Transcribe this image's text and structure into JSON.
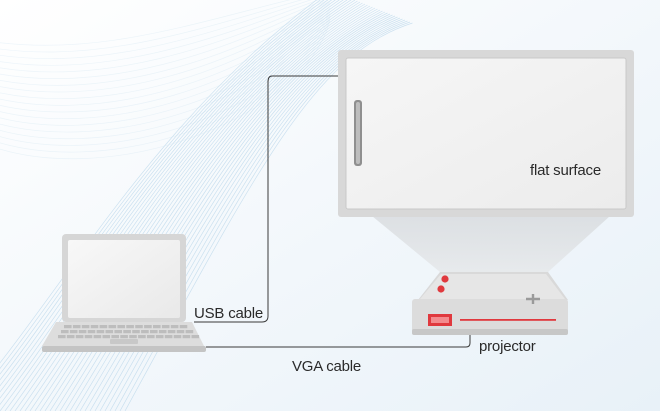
{
  "labels": {
    "flat_surface": "flat surface",
    "usb_cable": "USB cable",
    "vga_cable": "VGA cable",
    "projector": "projector"
  },
  "colors": {
    "background": "#f4f8fb",
    "swirl": "#a9cde6",
    "device_gray": "#dcdcdc",
    "cable": "#3a3a3a",
    "projector_red": "#e0393e"
  }
}
